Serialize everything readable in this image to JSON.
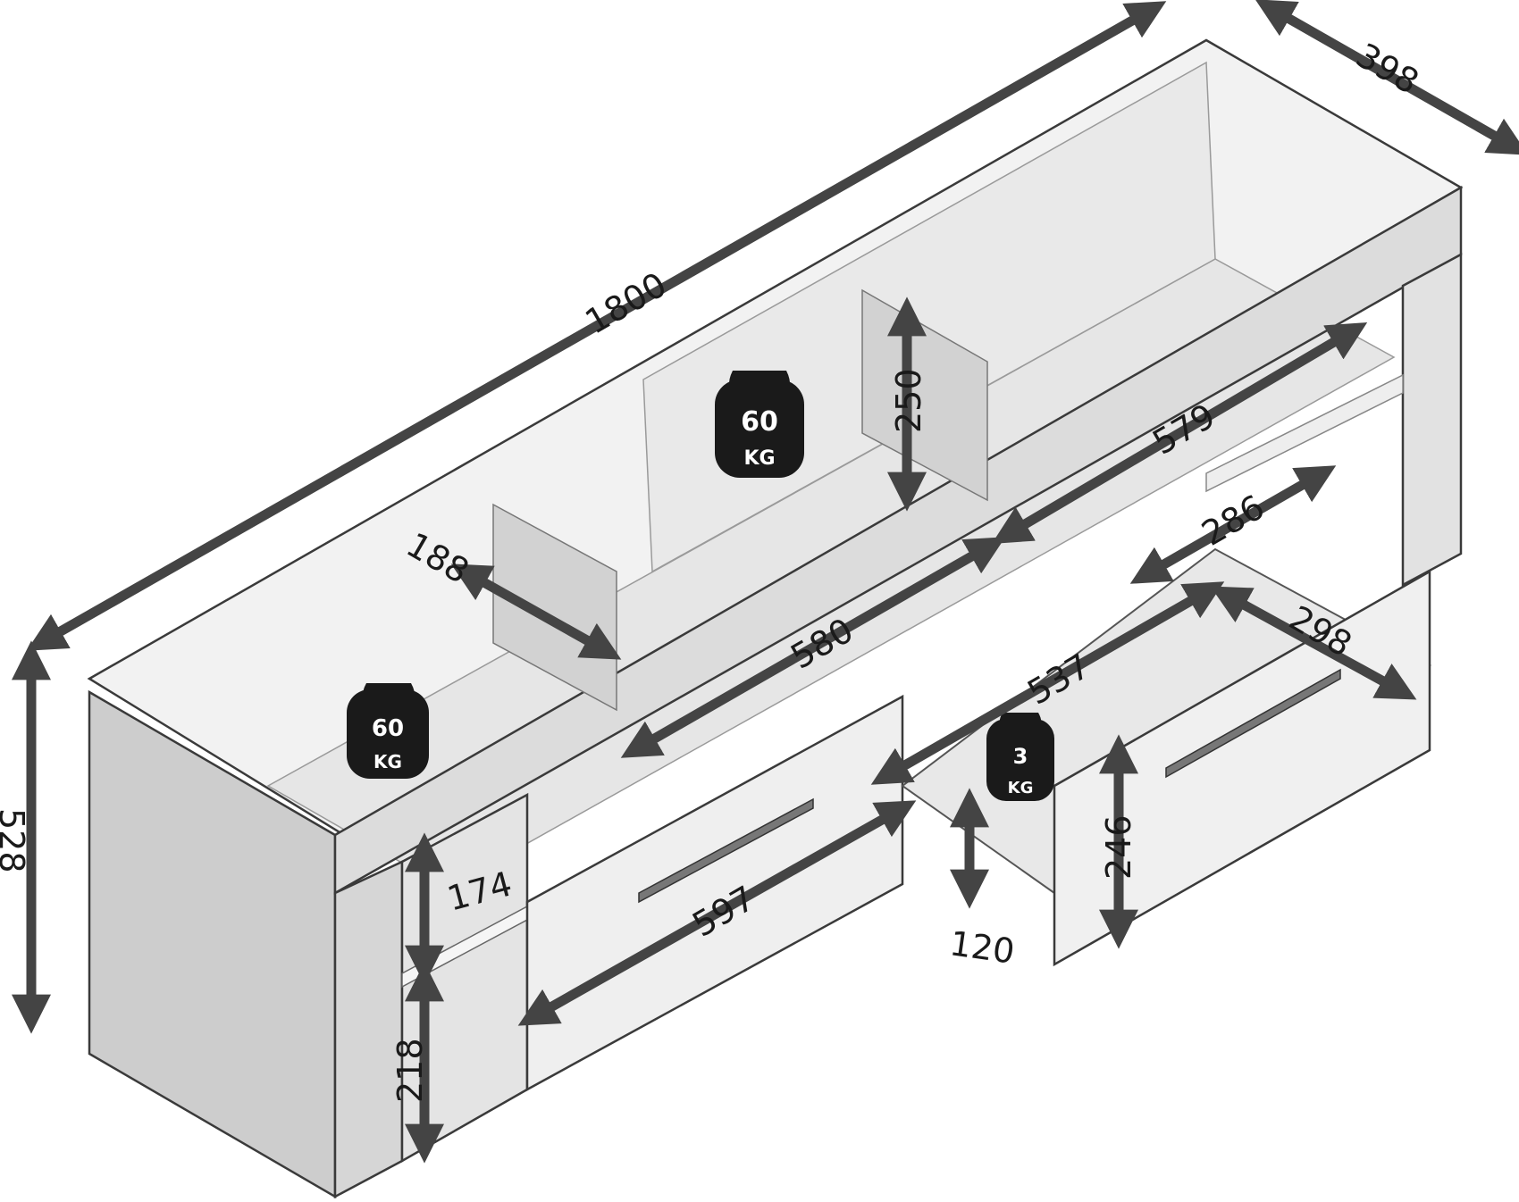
{
  "dimensions": {
    "width": "1800",
    "depth": "398",
    "height": "528",
    "shelf_height_top": "250",
    "shelf_depth_left": "188",
    "compartment_width_580": "580",
    "compartment_width_579": "579",
    "inner_depth_286": "286",
    "drawer_width_537": "537",
    "drawer_depth_298": "298",
    "drawer_height_246": "246",
    "drawer_inner_height_120": "120",
    "front_width_597": "597",
    "open_height_174": "174",
    "open_height_218": "218"
  },
  "loads": {
    "top_center": {
      "value": "60",
      "unit": "KG"
    },
    "top_left": {
      "value": "60",
      "unit": "KG"
    },
    "drawer": {
      "value": "3",
      "unit": "KG"
    }
  },
  "colors": {
    "arrow": "#444444",
    "weight": "#1a1a1a",
    "panel_light": "#f1f1f1",
    "panel_mid": "#dcdcdc",
    "panel_dark": "#cdcdcd"
  }
}
